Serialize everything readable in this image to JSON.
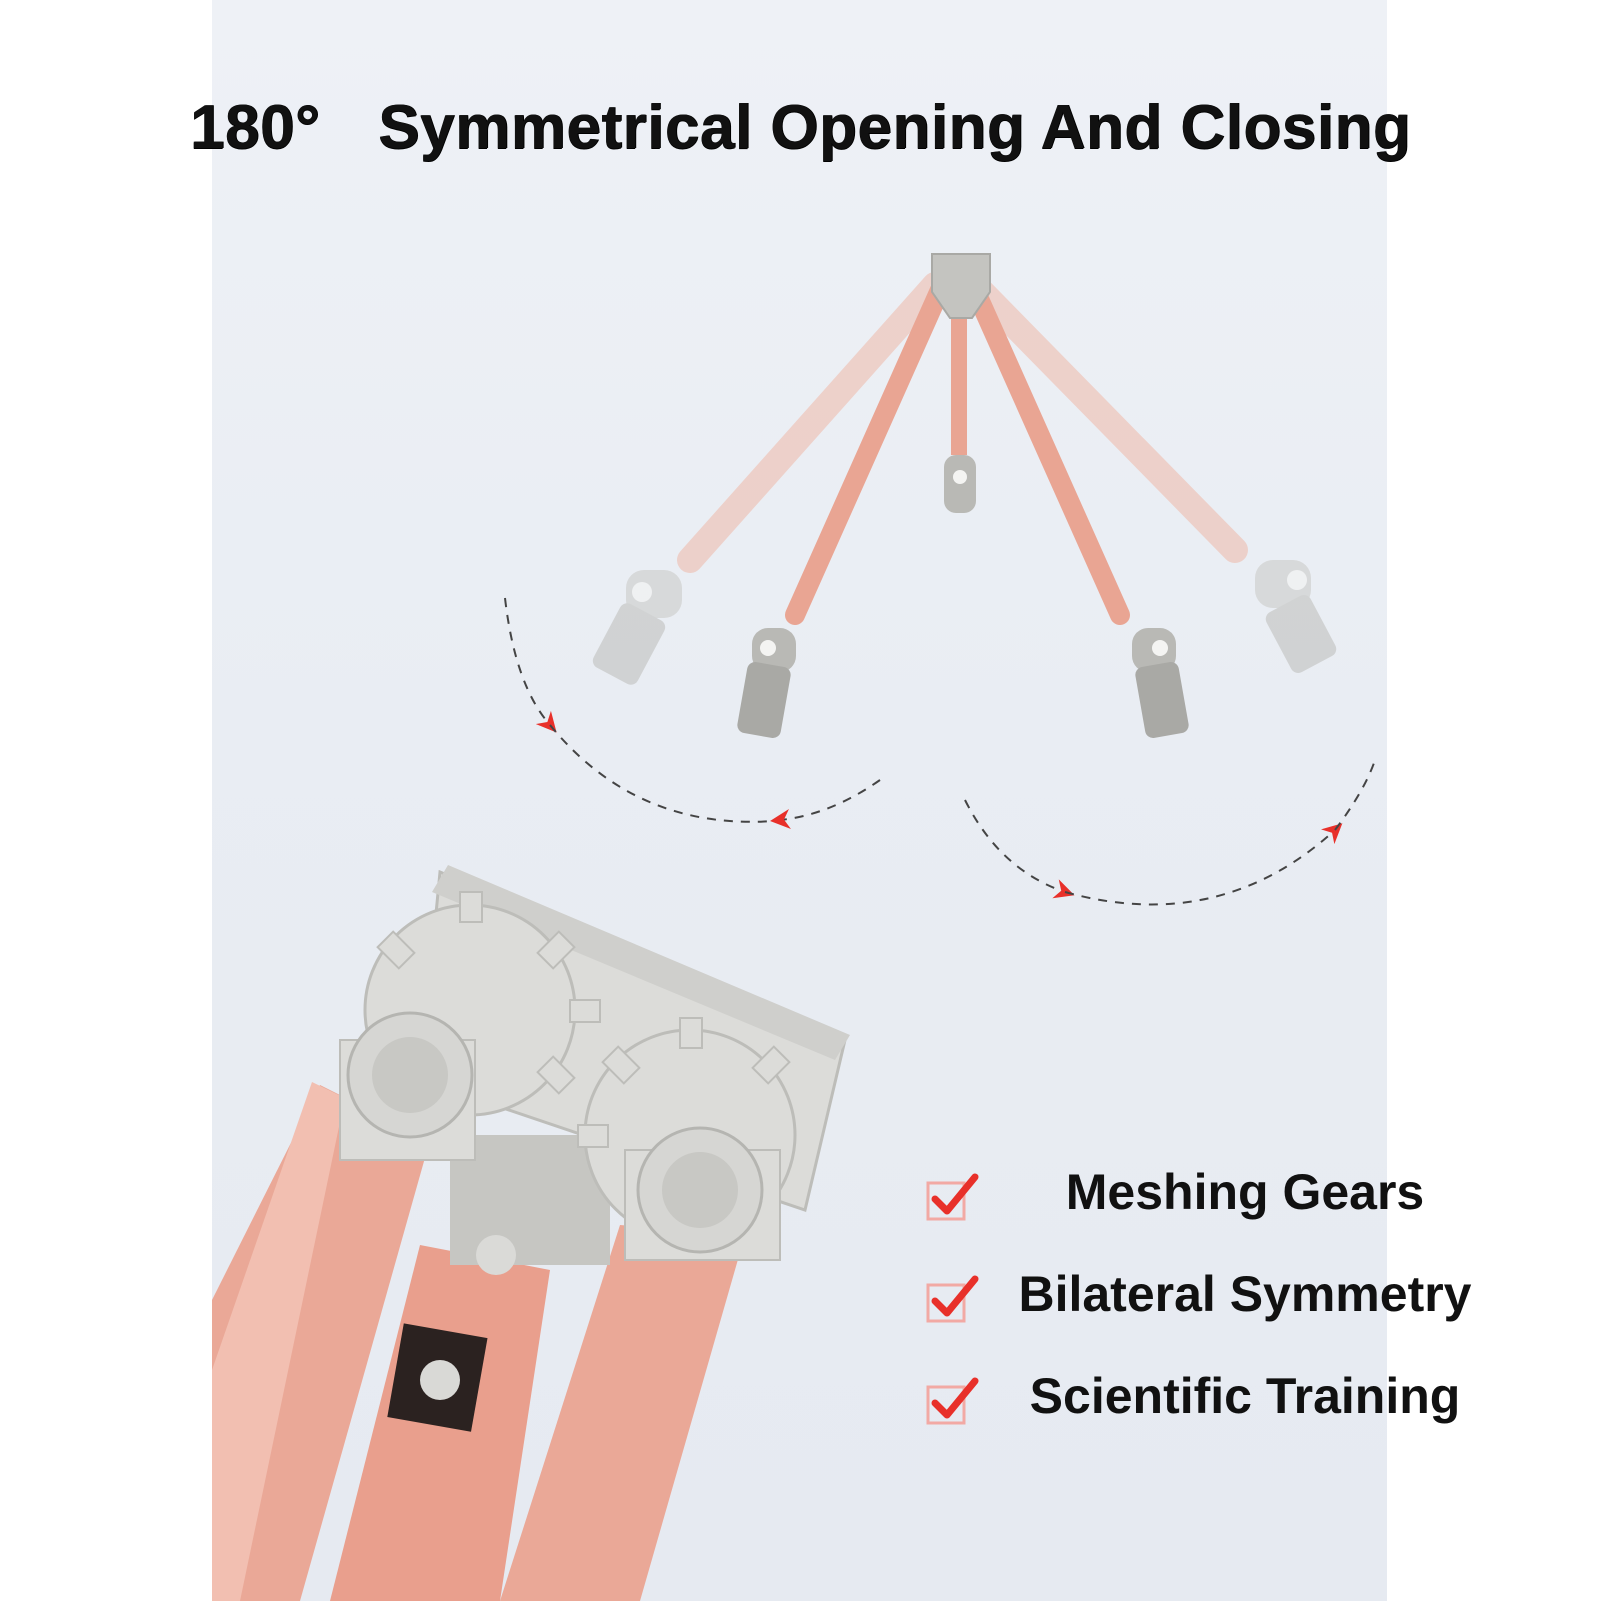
{
  "title": {
    "degree": "180°",
    "text": "Symmetrical Opening And Closing"
  },
  "features": [
    {
      "label": "Meshing Gears",
      "icon": "checkbox-checked-icon"
    },
    {
      "label": "Bilateral Symmetry",
      "icon": "checkbox-checked-icon"
    },
    {
      "label": "Scientific Training",
      "icon": "checkbox-checked-icon"
    }
  ],
  "colors": {
    "leg": "#e9a593",
    "leg_faded": "#f3c8bc",
    "plastic": "#c9c9c5",
    "arrow": "#e8302a",
    "dash": "#444444",
    "check": "#e8302a"
  }
}
